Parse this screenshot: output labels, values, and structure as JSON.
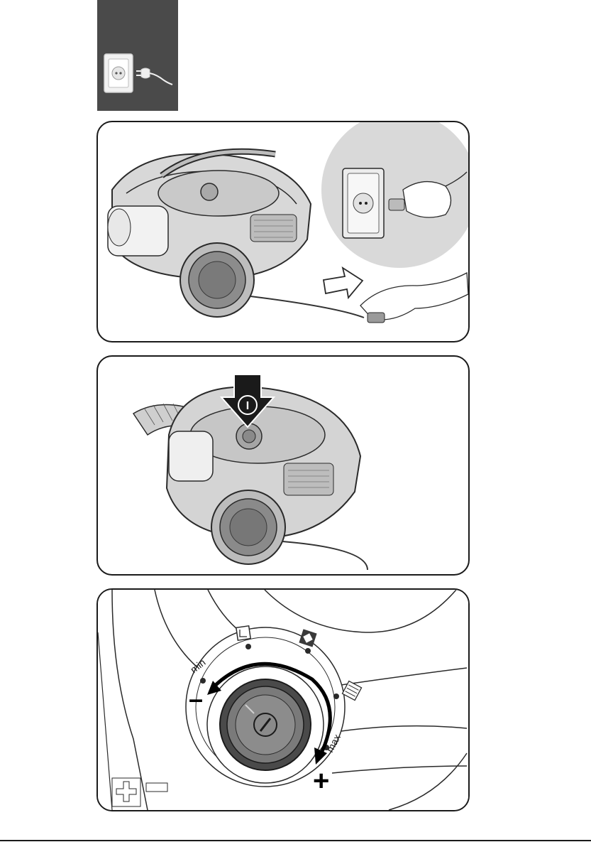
{
  "page": {
    "header_icon": "plug-socket-icon",
    "colors": {
      "header_block": "#4a4a4a",
      "panel_border": "#1a1a1a",
      "plug_hole": "#7a7a7a"
    }
  },
  "step1": {
    "icons": [
      "vacuum-cleaner-icon",
      "wall-socket-icon",
      "arrow-right-icon",
      "hand-holding-plug-icon"
    ]
  },
  "step2": {
    "icons": [
      "vacuum-cleaner-icon",
      "press-down-arrow-icon",
      "power-symbol-icon"
    ],
    "power_glyph": "I"
  },
  "step3": {
    "icons": [
      "power-dial-icon",
      "curtain-icon",
      "rug-icon",
      "floor-icon"
    ],
    "label_min": "min",
    "label_max": "max",
    "sign_minus": "–",
    "sign_plus": "+"
  }
}
